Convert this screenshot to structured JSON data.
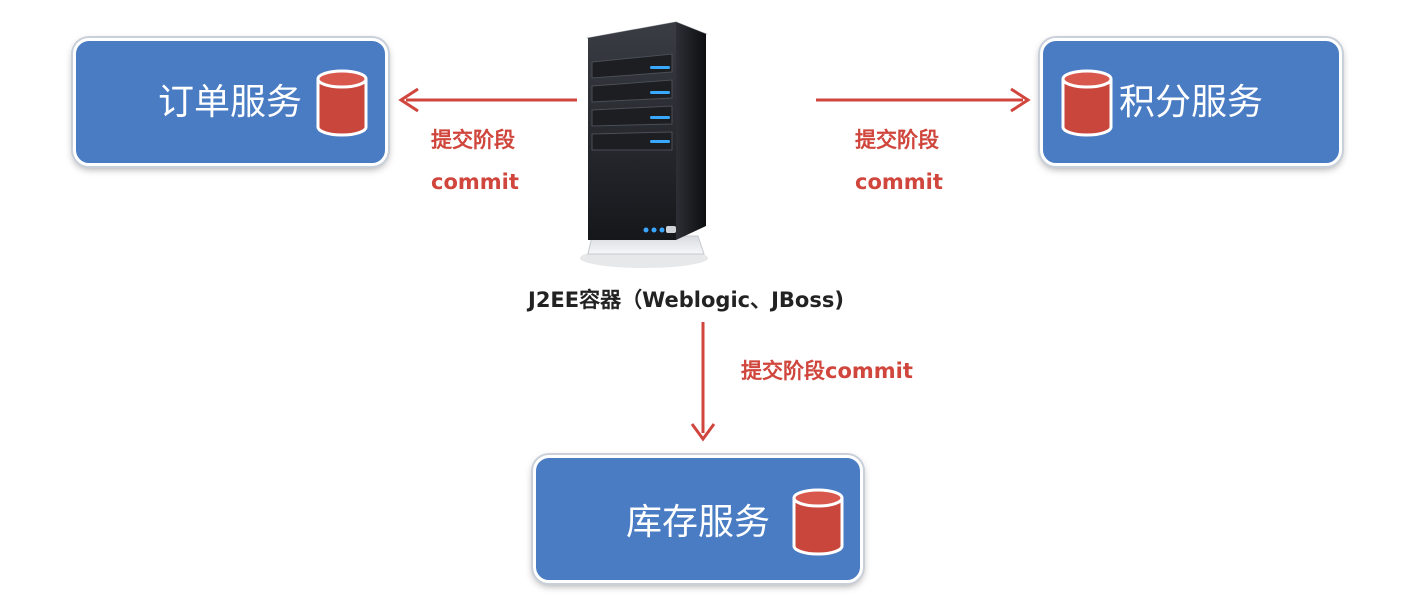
{
  "services": {
    "order": {
      "label": "订单服务",
      "icon": "database-icon"
    },
    "points": {
      "label": "积分服务",
      "icon": "database-icon"
    },
    "inventory": {
      "label": "库存服务",
      "icon": "database-icon"
    }
  },
  "container": {
    "label": "J2EE容器（Weblogic、JBoss)",
    "icon": "server-icon"
  },
  "phases": {
    "left": {
      "line1": "提交阶段",
      "line2": "commit"
    },
    "right": {
      "line1": "提交阶段",
      "line2": "commit"
    },
    "bottom": {
      "text": "提交阶段commit"
    }
  },
  "colors": {
    "box_fill": "#4a7cc4",
    "arrow": "#d0463d",
    "db_fill": "#c9463d"
  }
}
